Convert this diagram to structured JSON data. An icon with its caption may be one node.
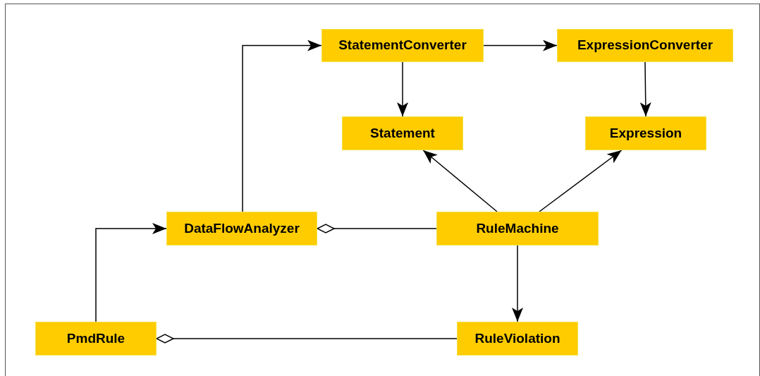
{
  "diagram": {
    "nodes": [
      {
        "text": [
          "StatementConverter"
        ]
      },
      {
        "text": [
          "ExpressionConverter"
        ]
      },
      {
        "text": [
          "Statement"
        ]
      },
      {
        "text": [
          "Expression"
        ]
      },
      {
        "text": [
          "DataFlowAnalyzer"
        ]
      },
      {
        "text": [
          "RuleMachine"
        ]
      },
      {
        "text": [
          "PmdRule"
        ]
      },
      {
        "text": [
          "RuleViolation"
        ]
      }
    ],
    "edges": [
      {
        "from": 4,
        "to": 0,
        "arrow": "to"
      },
      {
        "from": 0,
        "to": 1,
        "arrow": "to"
      },
      {
        "from": 0,
        "to": 2,
        "arrow": "to"
      },
      {
        "from": 1,
        "to": 3,
        "arrow": "to"
      },
      {
        "from": 5,
        "to": 2,
        "arrow": "to"
      },
      {
        "from": 5,
        "to": 3,
        "arrow": "to"
      },
      {
        "from": 5,
        "to": 4,
        "arrow": "other"
      },
      {
        "from": 5,
        "to": 7,
        "arrow": "to"
      },
      {
        "from": 6,
        "to": 4,
        "arrow": "to"
      },
      {
        "from": 7,
        "to": 6,
        "arrow": "other"
      }
    ]
  }
}
